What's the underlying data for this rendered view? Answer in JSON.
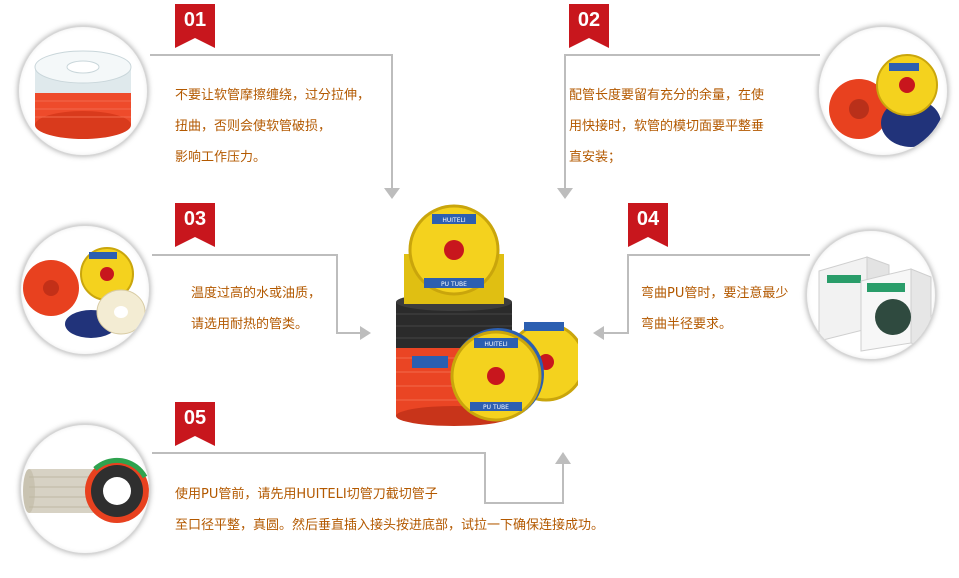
{
  "colors": {
    "badge": "#c8161d",
    "text": "#b35900",
    "line": "#bdbdbd"
  },
  "steps": [
    {
      "number": "01",
      "lines": [
        "不要让软管摩擦缠绕，过分拉伸，",
        "扭曲，否则会使软管破损，",
        "影响工作压力。"
      ]
    },
    {
      "number": "02",
      "lines": [
        "配管长度要留有充分的余量，在使",
        "用快接时，软管的模切面要平整垂",
        "直安装；"
      ]
    },
    {
      "number": "03",
      "lines": [
        "温度过高的水或油质，",
        "请选用耐热的管类。"
      ]
    },
    {
      "number": "04",
      "lines": [
        "弯曲PU管时，要注意最少",
        "弯曲半径要求。"
      ]
    },
    {
      "number": "05",
      "lines": [
        "使用PU管前，请先用HUITELI切管刀截切管子",
        "至口径平整，真圆。然后垂直插入接头按进底部，试拉一下确保连接成功。"
      ]
    }
  ],
  "product": {
    "brand": "HUITELI",
    "label": "PU TUBE"
  }
}
